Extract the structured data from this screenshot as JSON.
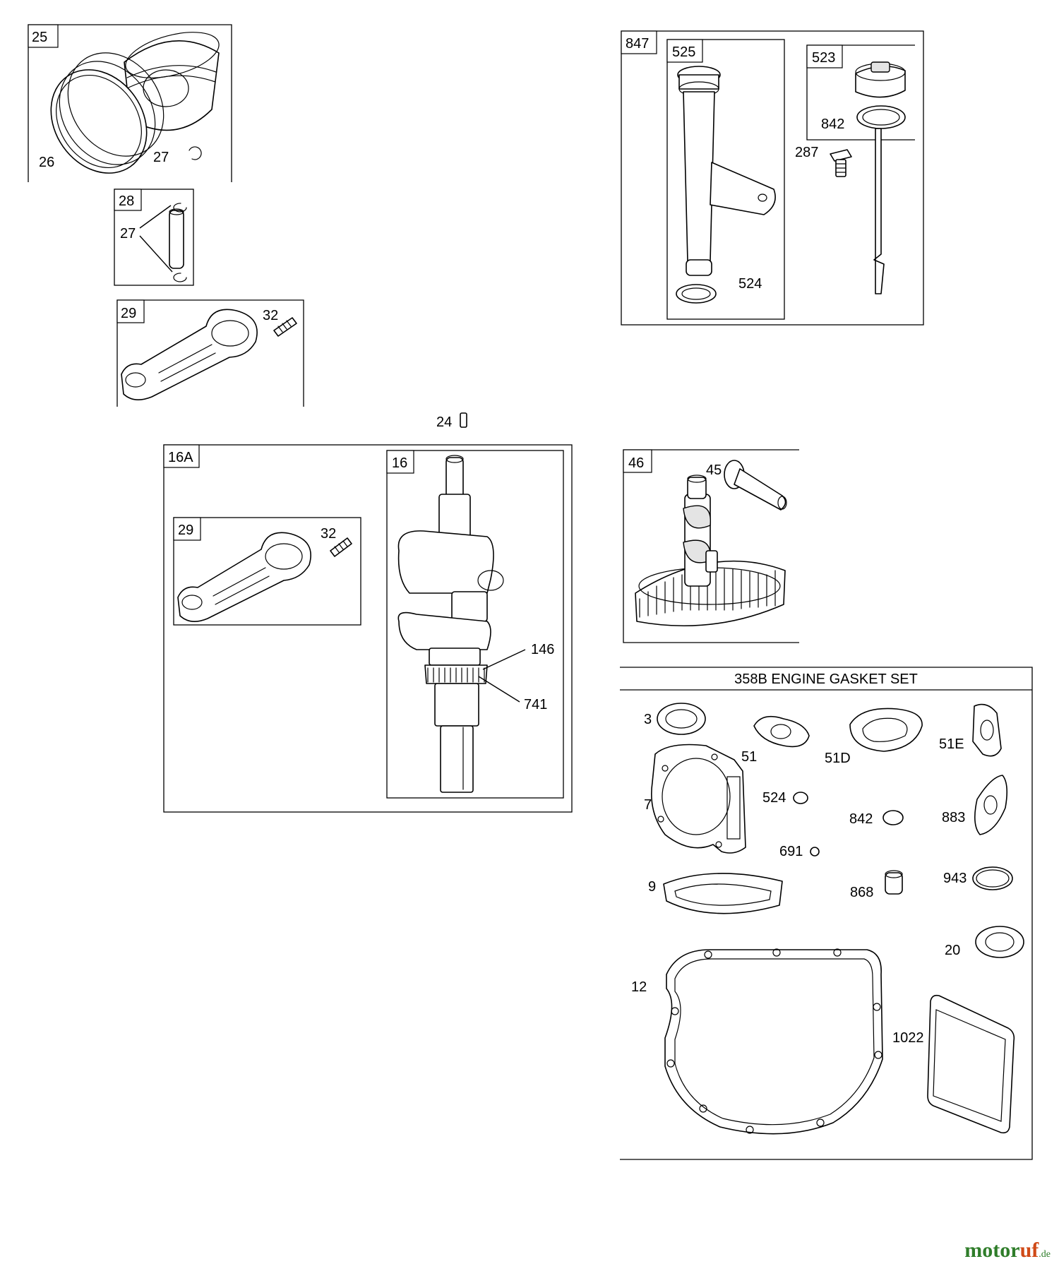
{
  "diagram": {
    "groups": {
      "piston": "25",
      "pin": "28",
      "rod": "29",
      "crank_assembly": "16A",
      "crank_rod": "29",
      "crankshaft": "16",
      "dipstick_assembly": "847",
      "tube": "525",
      "dipstick": "523",
      "camshaft": "46"
    },
    "parts": {
      "rings": "26",
      "retainer": "27",
      "pin_retainers": "27",
      "rod_bolt": "32",
      "crank_rod_bolt": "32",
      "key": "24",
      "sensor_gear": "146",
      "timing_gear": "741",
      "dipstick_oring": "842",
      "screw": "287",
      "tube_oring": "524",
      "lifter": "45"
    },
    "gasket_set": {
      "title": "358B ENGINE GASKET SET",
      "items": [
        "3",
        "51",
        "51D",
        "51E",
        "7",
        "524",
        "842",
        "883",
        "691",
        "9",
        "868",
        "943",
        "20",
        "12",
        "1022"
      ]
    }
  },
  "watermark": {
    "main": "motor",
    "accent": "uf",
    "suffix": ".de"
  }
}
